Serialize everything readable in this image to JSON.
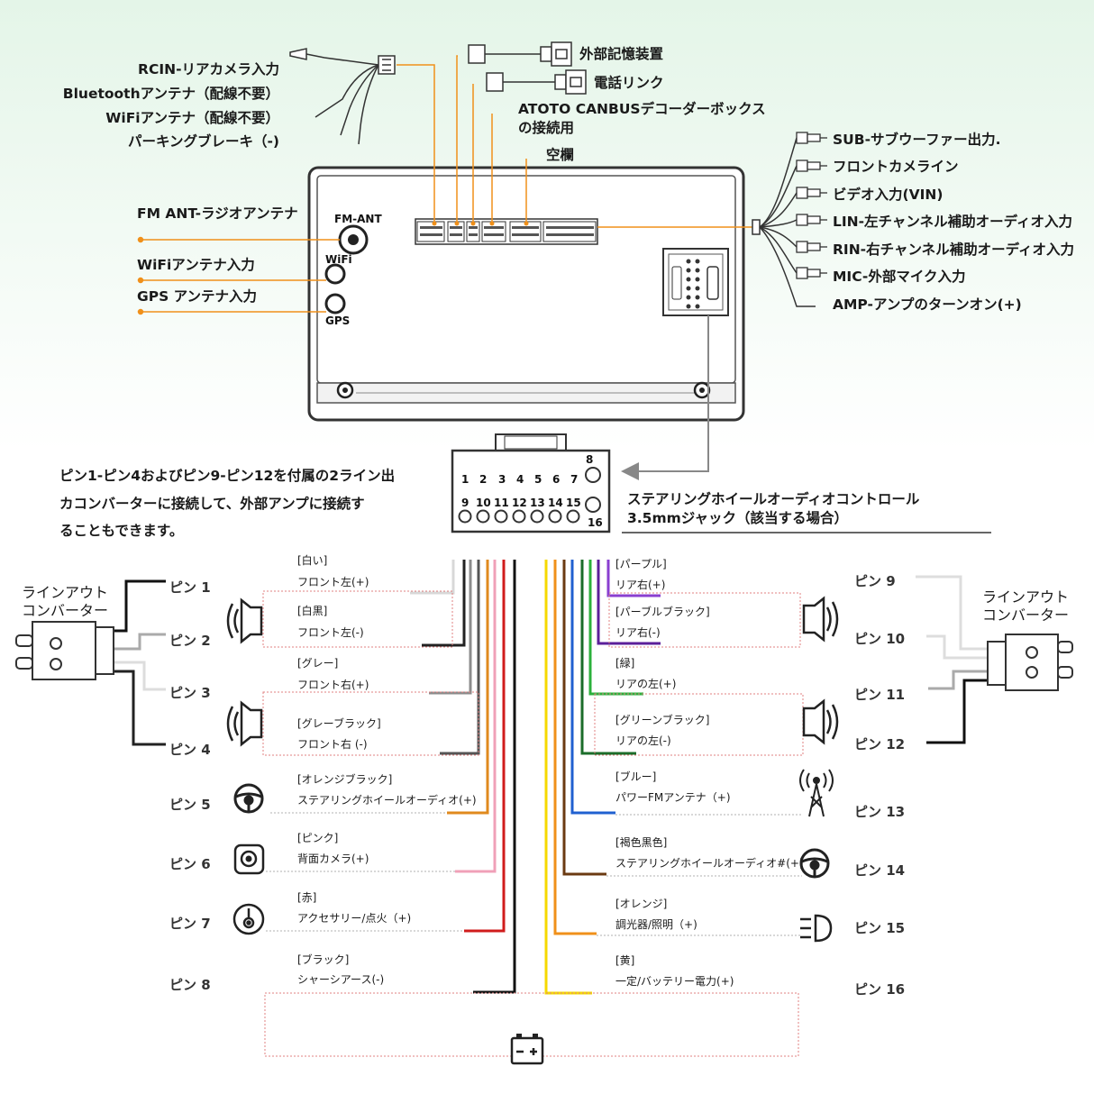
{
  "top": {
    "harness": [
      "RCIN-リアカメラ入力",
      "Bluetoothアンテナ（配線不要）",
      "WiFiアンテナ（配線不要）",
      "パーキングブレーキ（-)"
    ],
    "ext_storage": "外部記憶装置",
    "phone_link": "電話リンク",
    "canbus_1": "ATOTO CANBUSデコーダーボックス",
    "canbus_2": "の接続用",
    "blank": "空欄",
    "fm_label": "FM ANT-ラジオアンテナ",
    "wifi_label": "WiFiアンテナ入力",
    "gps_label": "GPS アンテナ入力",
    "fm_port": "FM-ANT",
    "wifi_port": "WiFi",
    "gps_port": "GPS",
    "rca": [
      "SUB-サブウーファー出力.",
      "フロントカメライン",
      "ビデオ入力(VIN)",
      "LIN-左チャンネル補助オーディオ入力",
      "RIN-右チャンネル補助オーディオ入力",
      "MIC-外部マイク入力",
      "AMP-アンプのターンオン(+)"
    ]
  },
  "connector": {
    "top_nums": [
      "1",
      "2",
      "3",
      "4",
      "5",
      "6",
      "7"
    ],
    "top_extra": "8",
    "bottom_nums": [
      "9",
      "10",
      "11",
      "12",
      "13",
      "14",
      "15"
    ],
    "bottom_extra": "16"
  },
  "note": [
    "ピン1-ピン4およびピン9-ピン12を付属の2ライン出",
    "カコンバーターに接続して、外部アンプに接続す",
    "ることもできます。"
  ],
  "steering_1": "ステアリングホイールオーディオコントロール",
  "steering_2": "3.5mmジャック（該当する場合）",
  "converter_left": [
    "ラインアウト",
    "コンバーター"
  ],
  "converter_right": [
    "ラインアウト",
    "コンバーター"
  ],
  "pins_left": [
    "ピン 1",
    "ピン 2",
    "ピン 3",
    "ピン 4",
    "ピン 5",
    "ピン 6",
    "ピン 7",
    "ピン 8"
  ],
  "pins_right": [
    "ピン 9",
    "ピン 10",
    "ピン 11",
    "ピン 12",
    "ピン 13",
    "ピン 14",
    "ピン 15",
    "ピン 16"
  ],
  "wires_left": [
    {
      "color_name": "[白い]",
      "func": "フロント左(+)",
      "hex": "#d8d8d8"
    },
    {
      "color_name": "[白黒]",
      "func": "フロント左(-)",
      "hex": "#222222"
    },
    {
      "color_name": "[グレー]",
      "func": "フロント右(+)",
      "hex": "#8c8c8c"
    },
    {
      "color_name": "[グレーブラック]",
      "func": "フロント右 (-)",
      "hex": "#555555"
    },
    {
      "color_name": "[オレンジブラック]",
      "func": "ステアリングホイールオーディオ(+)",
      "hex": "#e08a1e"
    },
    {
      "color_name": "[ピンク]",
      "func": "背面カメラ(+)",
      "hex": "#f0a0b8"
    },
    {
      "color_name": "[赤]",
      "func": "アクセサリー/点火（+)",
      "hex": "#d01c1c"
    },
    {
      "color_name": "[ブラック]",
      "func": "シャーシアース(-)",
      "hex": "#111111"
    }
  ],
  "wires_right": [
    {
      "color_name": "[パープル]",
      "func": "リア右(+)",
      "hex": "#8a3fd0"
    },
    {
      "color_name": "[パーブルブラック]",
      "func": "リア右(-)",
      "hex": "#5b1f9a"
    },
    {
      "color_name": "[緑]",
      "func": "リアの左(+)",
      "hex": "#2bb03b"
    },
    {
      "color_name": "[グリーンブラック]",
      "func": "リアの左(-)",
      "hex": "#1b6d2a"
    },
    {
      "color_name": "[ブルー]",
      "func": "パワーFMアンテナ（+)",
      "hex": "#2060d0"
    },
    {
      "color_name": "[褐色黒色]",
      "func": "ステアリングホイールオーディオ#(+)",
      "hex": "#6b3a12"
    },
    {
      "color_name": "[オレンジ]",
      "func": "調光器/照明（+)",
      "hex": "#f0901a"
    },
    {
      "color_name": "[黄]",
      "func": "一定/バッテリー電力(+)",
      "hex": "#f5d800"
    }
  ],
  "colors": {
    "leader": "#f0901a",
    "dotted": "#e08080",
    "outline": "#333333"
  }
}
